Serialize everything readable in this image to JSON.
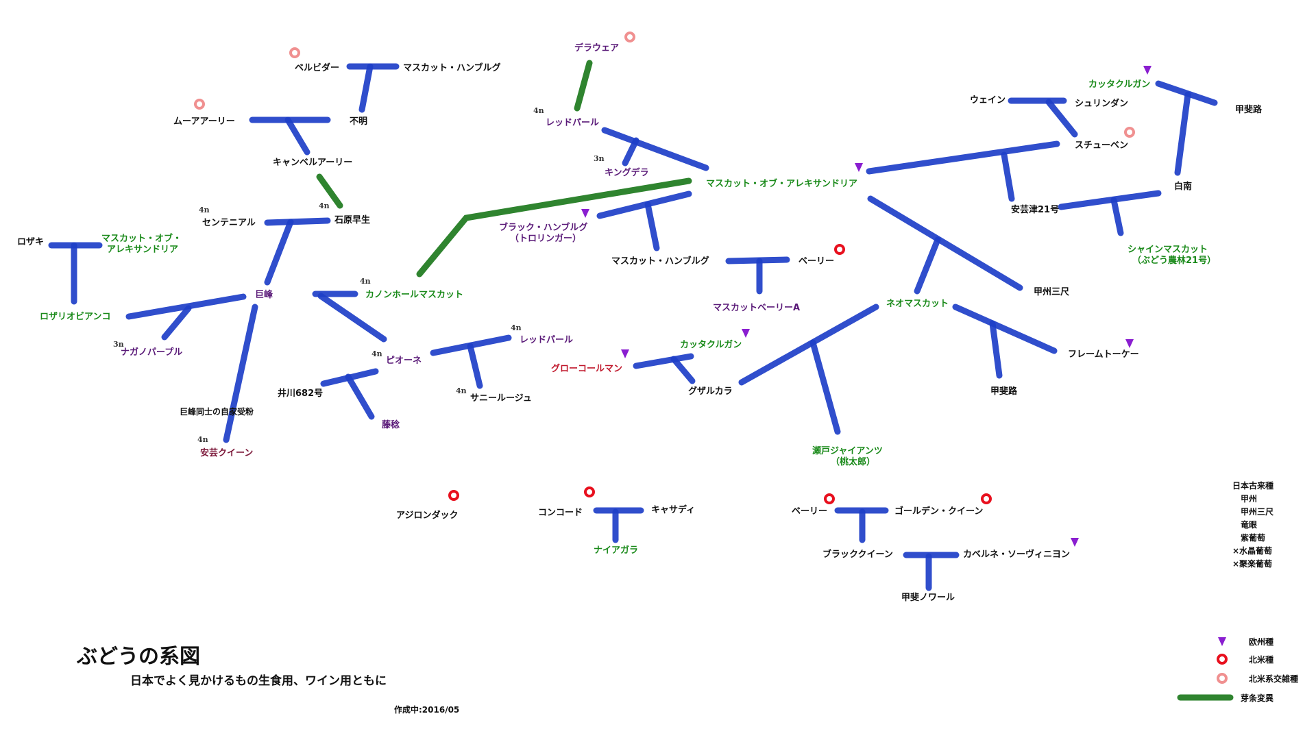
{
  "title": "ぶどうの系図",
  "subtitle": "日本でよく見かけるもの生食用、ワイン用ともに",
  "created": "作成中:2016/05",
  "legend": [
    {
      "symbol": "purple-triangle",
      "label": "欧州種"
    },
    {
      "symbol": "red-ring",
      "label": "北米種"
    },
    {
      "symbol": "pink-ring",
      "label": "北米系交雑種"
    },
    {
      "symbol": "green-line",
      "label": "芽条変異"
    }
  ],
  "native_varieties": {
    "heading": "日本古来種",
    "items": [
      "甲州",
      "甲州三尺",
      "竜眼",
      "紫葡萄",
      "×水晶葡萄",
      "×聚楽葡萄"
    ]
  },
  "colors": {
    "cross_line": "#1e3fc8",
    "sport_line": "#1d7a1d",
    "european": "#8a1ed0",
    "american": "#e8101e",
    "american_hybrid": "#f09090"
  },
  "labels": {
    "belvidere": "ベルビダー",
    "muscat_hamburg_top": "マスカット・ハンブルグ",
    "unknown": "不明",
    "moore_early": "ムーアアーリー",
    "campbell_early": "キャンベルアーリー",
    "centennial": "センテニアル",
    "ishihara_wase": "石原早生",
    "rozaki": "ロザキ",
    "muscat_alex_left_1": "マスカット・オブ・",
    "muscat_alex_left_2": "アレキサンドリア",
    "rosario_bianco": "ロザリオビアンコ",
    "nagano_purple": "ナガノパープル",
    "kyoho": "巨峰",
    "canon_hall": "カノンホールマスカット",
    "kyoho_selfed": "巨峰同士の自家受粉",
    "aki_queen": "安芸クイーン",
    "pione": "ピオーネ",
    "igawa682": "井川682号",
    "fujiminori": "藤稔",
    "red_pearl_mid": "レッドパール",
    "sunny_rouge": "サニールージュ",
    "delaware": "デラウェア",
    "red_pearl_top": "レッドパール",
    "king_dela": "キングデラ",
    "muscat_alex_center": "マスカット・オブ・アレキサンドリア",
    "black_hamburg_1": "ブラック・ハンブルグ",
    "black_hamburg_2": "（トロリンガー）",
    "muscat_hamburg_mid": "マスカット・ハンブルグ",
    "bailey_top": "ベーリー",
    "muscat_bailey_a": "マスカットベーリーA",
    "kattakurgan_mid": "カッタクルガン",
    "gros_colman": "グローコールマン",
    "guzal_kara": "グザルカラ",
    "neo_muscat": "ネオマスカット",
    "koshu_sanjaku": "甲州三尺",
    "seto_giant_1": "瀬戸ジャイアンツ",
    "seto_giant_2": "（桃太郎）",
    "flame_tokay": "フレームトーケー",
    "kaiji_mid": "甲斐路",
    "wayne": "ウェイン",
    "sheridan": "シュリンダン",
    "steuben": "スチューベン",
    "akitsu21": "安芸津21号",
    "kattakurgan_top": "カッタクルガン",
    "kaiji_top": "甲斐路",
    "hakunan": "白南",
    "shine_muscat_1": "シャインマスカット",
    "shine_muscat_2": "（ぶどう農林21号）",
    "adirondack": "アジロンダック",
    "concord": "コンコード",
    "niagara": "ナイアガラ",
    "casady": "キャサディ",
    "bailey_bottom": "ベーリー",
    "golden_queen": "ゴールデン・クイーン",
    "black_queen": "ブラッククイーン",
    "cabernet_sauvignon": "カベルネ・ソーヴィニヨン",
    "kai_noir": "甲斐ノワール"
  },
  "ploidy": {
    "n3": "3n",
    "n4": "4n"
  }
}
